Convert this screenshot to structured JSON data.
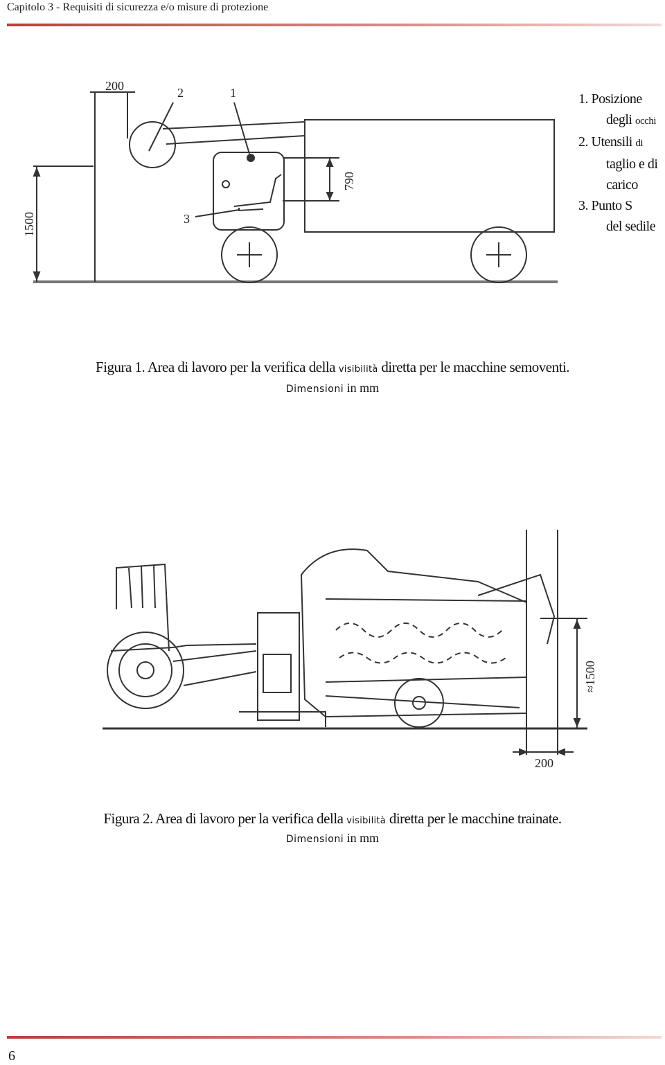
{
  "header": {
    "title": "Capitolo 3 - Requisiti di sicurezza e/o misure di protezione"
  },
  "figure1": {
    "dims": {
      "d200": "200",
      "d1500": "1500",
      "d790": "790"
    },
    "labels": {
      "l1": "1",
      "l2": "2",
      "l3": "3"
    },
    "legend": {
      "item1a": "1. Posizione",
      "item1b_main": "degli",
      "item1b_small": "occhi",
      "item2a_main": "2. Utensili",
      "item2a_small": "di",
      "item2b": "taglio e di",
      "item2c": "carico",
      "item3a": "3. Punto  S",
      "item3b": "del sedile"
    },
    "caption_a": "Figura 1. Area di lavoro per la verifica della",
    "caption_small": "visibilità",
    "caption_b": "diretta per le macchine semoventi.",
    "subcaption_small": "Dimensioni",
    "subcaption_main": "in mm"
  },
  "figure2": {
    "dims": {
      "d200": "200",
      "d1500": "≈1500"
    },
    "caption_a": "Figura 2. Area di lavoro per la verifica della",
    "caption_small": "visibilità",
    "caption_b": "diretta per le macchine trainate.",
    "subcaption_small": "Dimensioni",
    "subcaption_main": "in mm"
  },
  "footer": {
    "page_number": "6"
  }
}
